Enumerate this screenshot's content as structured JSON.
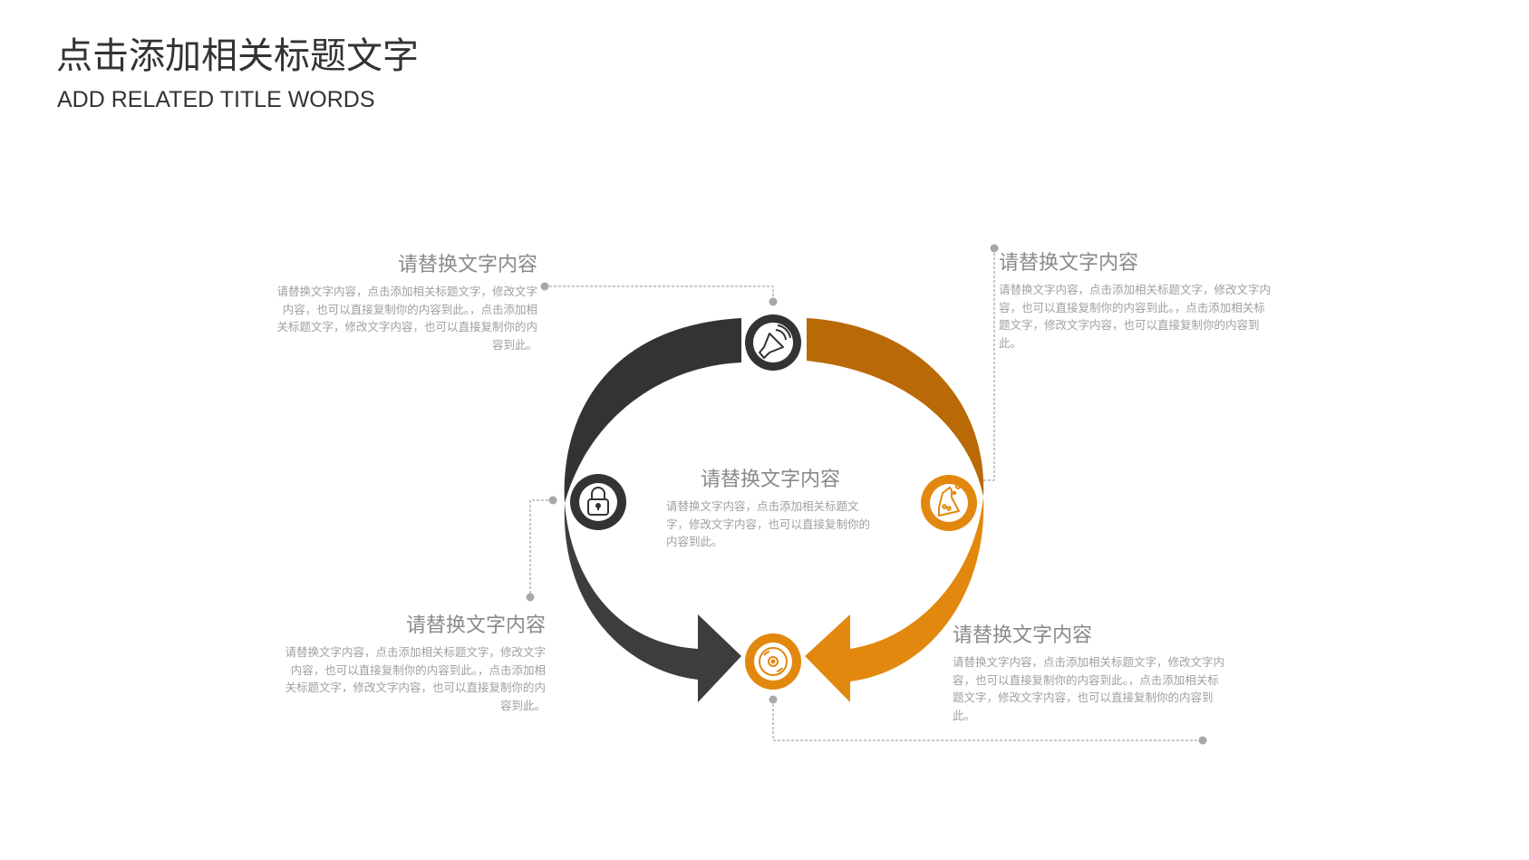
{
  "header": {
    "title_cn": "点击添加相关标题文字",
    "title_en": "ADD RELATED TITLE WORDS"
  },
  "colors": {
    "dark_arc": "#333333",
    "dark_arrow": "#3d3d3d",
    "orange_arc": "#b96a06",
    "orange_arrow": "#e2880e",
    "connector": "#a8a8a8",
    "heading_text": "#8a8a8a",
    "body_text": "#a0a0a0"
  },
  "nodes": [
    {
      "id": "top",
      "icon": "speaker-icon",
      "ring": "#333333"
    },
    {
      "id": "left",
      "icon": "lock-icon",
      "ring": "#333333"
    },
    {
      "id": "right",
      "icon": "flask-icon",
      "ring": "#e2880e"
    },
    {
      "id": "bottom",
      "icon": "disc-icon",
      "ring": "#e2880e"
    }
  ],
  "blocks": {
    "top_left": {
      "heading": "请替换文字内容",
      "body": "请替换文字内容，点击添加相关标题文字，修改文字内容，也可以直接复制你的内容到此。，点击添加相关标题文字，修改文字内容，也可以直接复制你的内容到此。"
    },
    "top_right": {
      "heading": "请替换文字内容",
      "body": "请替换文字内容，点击添加相关标题文字，修改文字内容，也可以直接复制你的内容到此。，点击添加相关标题文字，修改文字内容，也可以直接复制你的内容到此。"
    },
    "center": {
      "heading": "请替换文字内容",
      "body": "请替换文字内容，点击添加相关标题文字，修改文字内容，也可以直接复制你的内容到此。"
    },
    "bottom_left": {
      "heading": "请替换文字内容",
      "body": "请替换文字内容，点击添加相关标题文字，修改文字内容，也可以直接复制你的内容到此。，点击添加相关标题文字，修改文字内容，也可以直接复制你的内容到此。"
    },
    "bottom_right": {
      "heading": "请替换文字内容",
      "body": "请替换文字内容，点击添加相关标题文字，修改文字内容，也可以直接复制你的内容到此。，点击添加相关标题文字，修改文字内容，也可以直接复制你的内容到此。"
    }
  }
}
